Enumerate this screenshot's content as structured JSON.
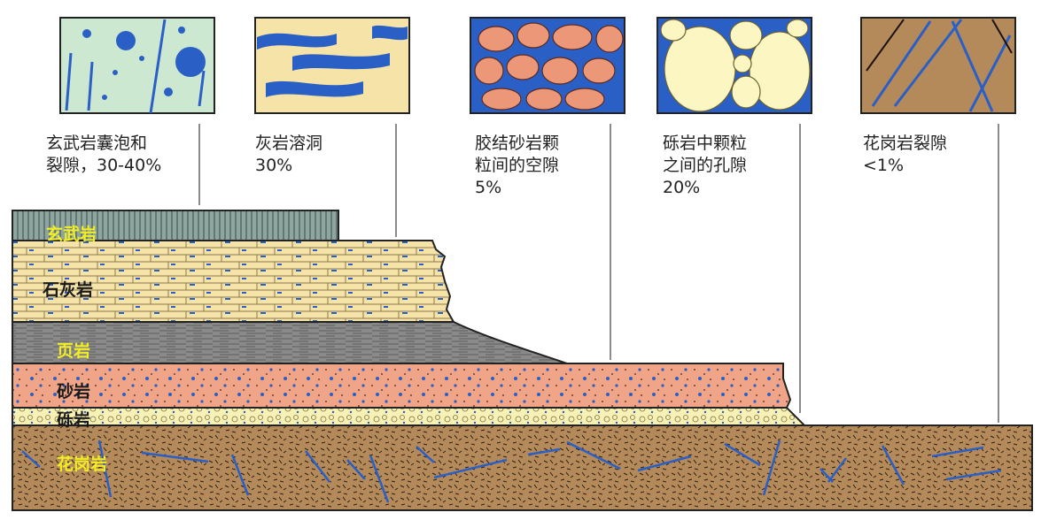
{
  "samples": [
    {
      "id": "basalt",
      "caption_lines": [
        "玄武岩囊泡和",
        "裂隙，30-40%"
      ]
    },
    {
      "id": "limestone",
      "caption_lines": [
        "灰岩溶洞",
        "30%"
      ]
    },
    {
      "id": "sandstone",
      "caption_lines": [
        "胶结砂岩颗",
        "粒间的空隙",
        "5%"
      ]
    },
    {
      "id": "conglomerate",
      "caption_lines": [
        "砾岩中颗粒",
        "之间的孔隙",
        "20%"
      ]
    },
    {
      "id": "granite",
      "caption_lines": [
        "花岗岩裂隙",
        "<1%"
      ]
    }
  ],
  "layers": [
    {
      "id": "basalt",
      "label": "玄武岩",
      "label_color": "#f2ee22"
    },
    {
      "id": "limestone",
      "label": "石灰岩",
      "label_color": "#1a1a1a"
    },
    {
      "id": "shale",
      "label": "页岩",
      "label_color": "#f2ee22"
    },
    {
      "id": "sandstone",
      "label": "砂岩",
      "label_color": "#1a1a1a"
    },
    {
      "id": "conglomerate",
      "label": "砾岩",
      "label_color": "#1a1a1a"
    },
    {
      "id": "granite",
      "label": "花岗岩",
      "label_color": "#f2ee22"
    }
  ],
  "colors": {
    "pore_blue": "#2a5fc6",
    "basalt_fill": "#cde8d0",
    "limestone_fill": "#f6e3a8",
    "shale_fill": "#8a8a8a",
    "sandstone_fill": "#f0a588",
    "conglomerate_fill": "#f7f1b6",
    "granite_fill": "#b58a5a",
    "leader_line": "#8a8a8a"
  }
}
